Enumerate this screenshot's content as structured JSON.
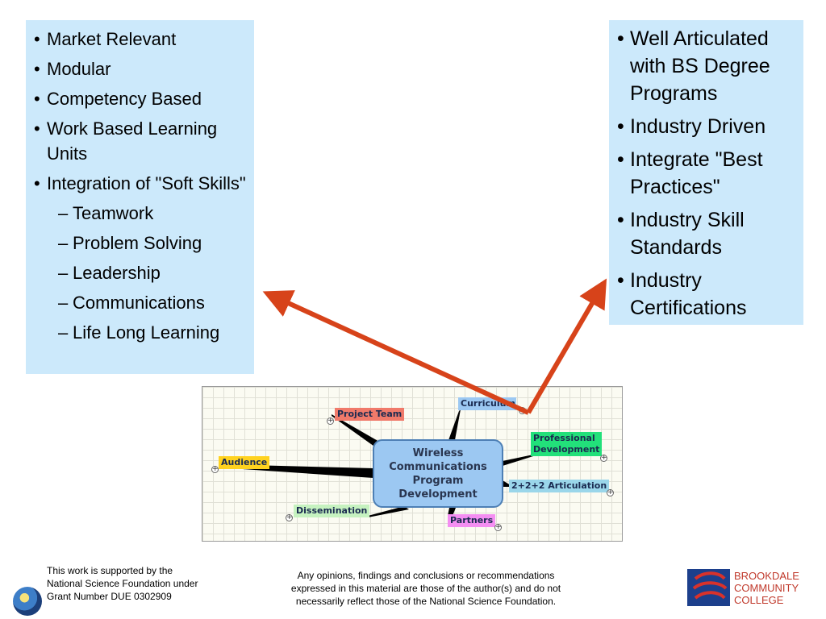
{
  "left_box": {
    "items": [
      {
        "label": "Market Relevant"
      },
      {
        "label": "Modular"
      },
      {
        "label": "Competency Based"
      },
      {
        "label": "Work Based Learning Units"
      },
      {
        "label": "Integration of \"Soft Skills\""
      }
    ],
    "sub_items": [
      {
        "label": "Teamwork"
      },
      {
        "label": "Problem Solving"
      },
      {
        "label": "Leadership"
      },
      {
        "label": "Communications"
      },
      {
        "label": "Life Long Learning"
      }
    ]
  },
  "right_box": {
    "items": [
      {
        "label": "Well Articulated with BS Degree Programs"
      },
      {
        "label": "Industry Driven"
      },
      {
        "label": "Integrate \"Best Practices\""
      },
      {
        "label": "Industry Skill Standards"
      },
      {
        "label": "Industry Certifications"
      }
    ]
  },
  "mindmap": {
    "center": [
      "Wireless",
      "Communications",
      "Program",
      "Development"
    ],
    "nodes": {
      "project_team": "Project Team",
      "curriculum": "Curriculum",
      "professional_development": [
        "Professional",
        "Development"
      ],
      "audience": "Audience",
      "articulation": "2+2+2 Articulation",
      "dissemination": "Dissemination",
      "partners": "Partners"
    },
    "colors": {
      "project_team": "#f07a6a",
      "curriculum": "#9cc8f2",
      "professional_development": "#22e07a",
      "audience": "#ffd21f",
      "articulation": "#9ad6ea",
      "dissemination": "#c6f2c0",
      "partners": "#f48ef2"
    }
  },
  "arrow_color": "#d7431a",
  "footer": {
    "left": [
      "This work is supported by the",
      "National Science Foundation under",
      "Grant Number DUE 0302909"
    ],
    "center": [
      "Any opinions, findings and conclusions or recommendations",
      "expressed in this material are those of the author(s) and do not",
      "necessarily reflect those of the National Science Foundation."
    ],
    "logo_lines": [
      "BROOKDALE",
      "COMMUNITY",
      "COLLEGE"
    ]
  }
}
